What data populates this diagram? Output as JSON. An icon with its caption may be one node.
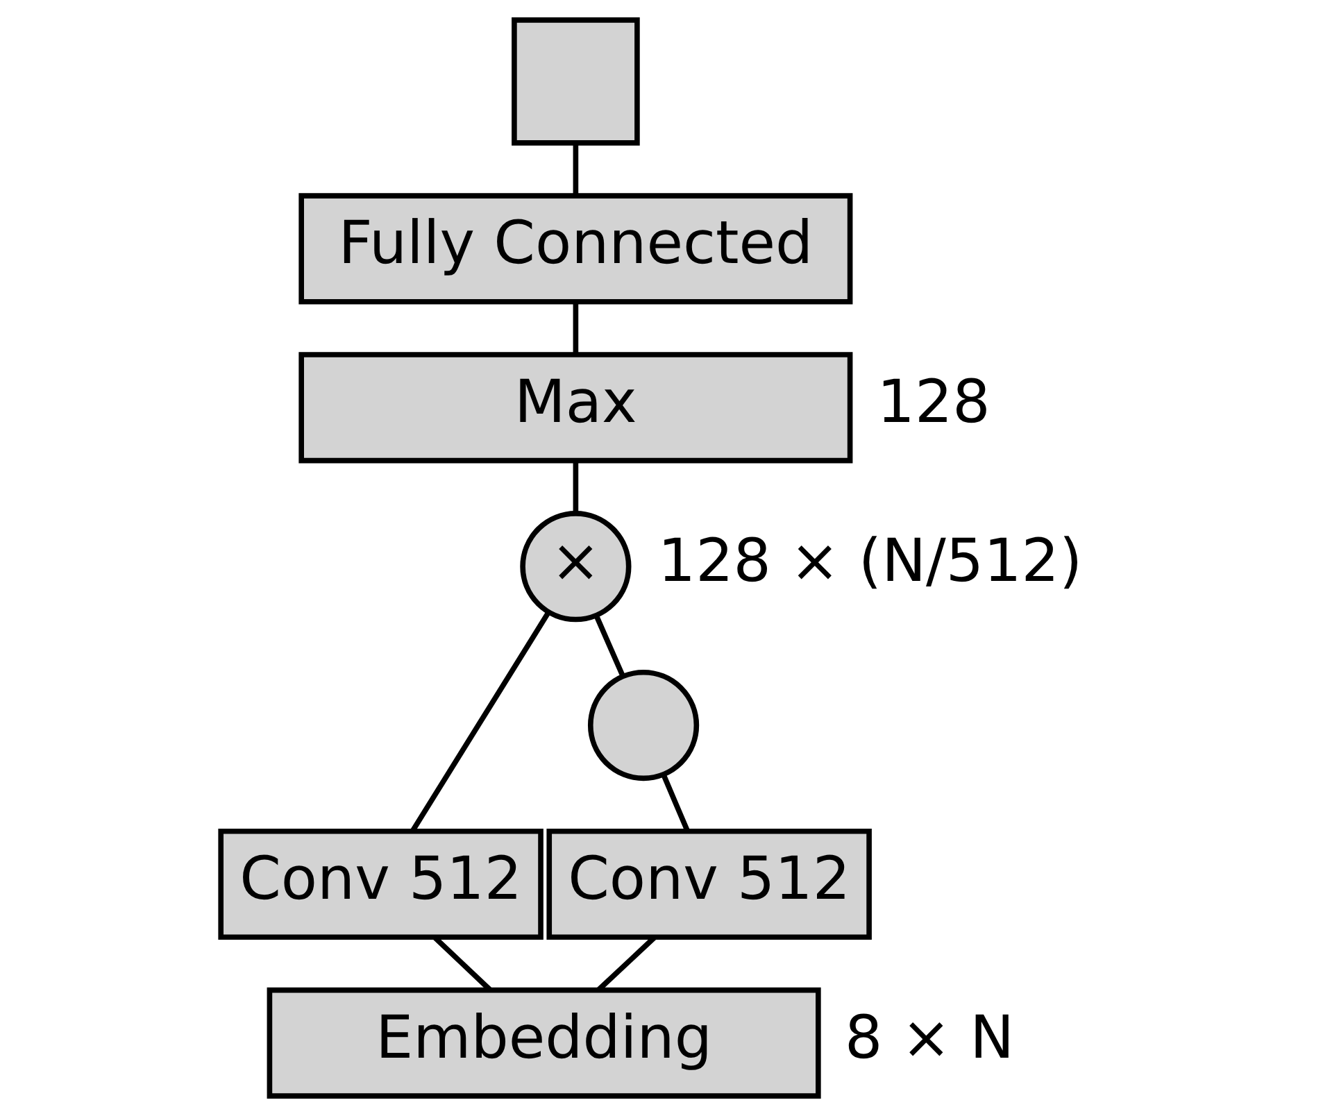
{
  "diagram": {
    "nodes": [
      {
        "text": [],
        "shape": "box"
      },
      {
        "text": [
          "Fully Connected"
        ]
      },
      {
        "text": [
          "Max"
        ]
      },
      {
        "text": [
          "×"
        ]
      },
      {
        "text": [],
        "shape": "circle"
      },
      {
        "text": [
          "Conv 512"
        ]
      },
      {
        "text": [
          "Conv 512"
        ]
      },
      {
        "text": [
          "Embedding"
        ]
      }
    ],
    "edges": [
      {
        "from": 1,
        "to": 0,
        "arrow": "none"
      },
      {
        "from": 2,
        "to": 1,
        "arrow": "none"
      },
      {
        "from": 3,
        "to": 2,
        "arrow": "none"
      },
      {
        "from": 5,
        "to": 3,
        "arrow": "none"
      },
      {
        "from": 4,
        "to": 3,
        "arrow": "none"
      },
      {
        "from": 6,
        "to": 4,
        "arrow": "none"
      },
      {
        "from": 7,
        "to": 5,
        "arrow": "none"
      },
      {
        "from": 7,
        "to": 6,
        "arrow": "none"
      }
    ],
    "labels": [
      "128",
      "128 × (N/512)",
      "8 × N"
    ]
  }
}
